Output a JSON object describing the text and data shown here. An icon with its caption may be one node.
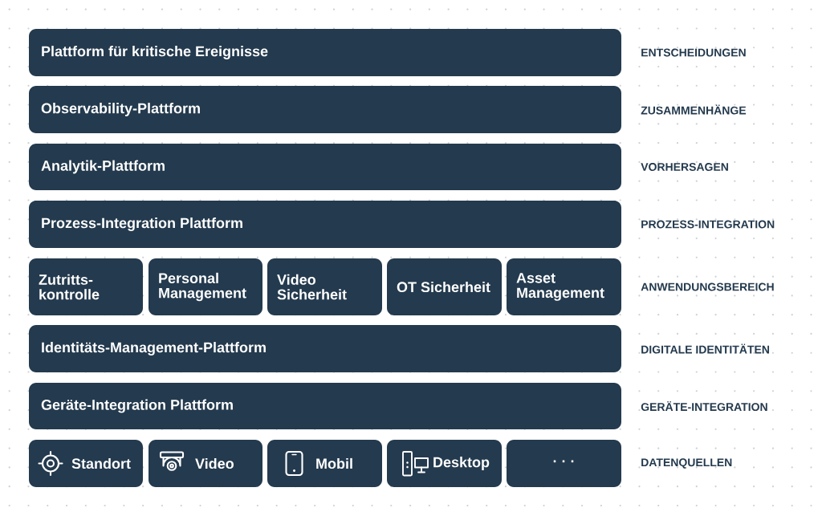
{
  "diagram": {
    "nodes": [
      {
        "text": [
          "Plattform für kritische Ereignisse"
        ]
      },
      {
        "text": [
          "Observability-Plattform"
        ]
      },
      {
        "text": [
          "Analytik-Plattform"
        ]
      },
      {
        "text": [
          "Prozess-Integration Plattform"
        ]
      },
      {
        "text": [
          "Zutritts- kontrolle"
        ]
      },
      {
        "text": [
          "Personal Management"
        ]
      },
      {
        "text": [
          "Video Sicherheit"
        ]
      },
      {
        "text": [
          "OT Sicherheit"
        ]
      },
      {
        "text": [
          "Asset Management"
        ]
      },
      {
        "text": [
          "Identitäts-Management-Plattform"
        ]
      },
      {
        "text": [
          "Geräte-Integration Plattform"
        ]
      },
      {
        "text": [
          "Standort"
        ]
      },
      {
        "text": [
          "Video"
        ]
      },
      {
        "text": [
          "Mobil"
        ]
      },
      {
        "text": [
          "Desktop"
        ]
      },
      {
        "text": [
          "· · ·"
        ]
      }
    ],
    "labels": [
      "ENTSCHEIDUNGEN",
      "ZUSAMMENHÄNGE",
      "VORHERSAGEN",
      "PROZESS-INTEGRATION",
      "ANWENDUNGSBEREICH",
      "DIGITALE IDENTITÄTEN",
      "GERÄTE-INTEGRATION",
      "DATENQUELLEN"
    ]
  }
}
